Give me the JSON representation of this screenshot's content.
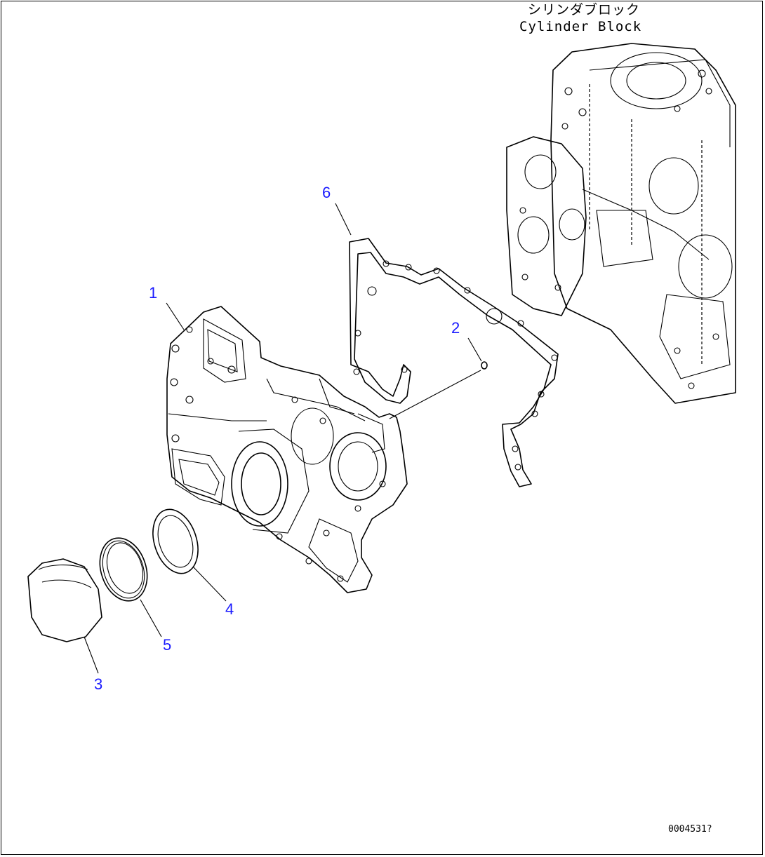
{
  "block_label": {
    "japanese": "シリンダブロック",
    "english": "Cylinder Block"
  },
  "callouts": [
    "1",
    "2",
    "3",
    "4",
    "5",
    "6"
  ],
  "drawing_id": "0004531?"
}
